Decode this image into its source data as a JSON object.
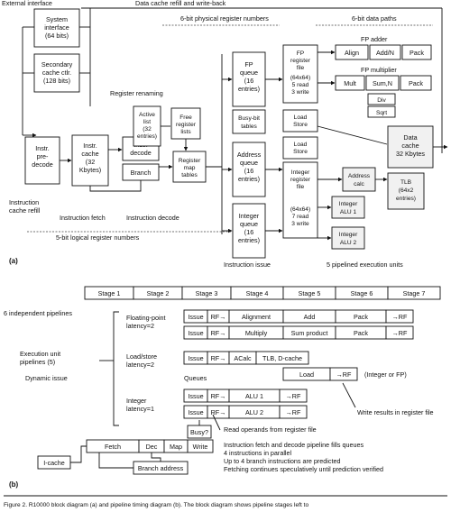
{
  "top": {
    "external_interface": "External interface",
    "data_cache_refill": "Data cache refill and write-back",
    "phys_reg_numbers": "6-bit physical register numbers",
    "data_paths": "6-bit data paths"
  },
  "blocks": {
    "sys_if": [
      "System",
      "interface",
      "(64 bits)"
    ],
    "sec_cache": [
      "Secondary",
      "cache ctlr.",
      "(128 bits)"
    ],
    "instr_predecode": [
      "Instr.",
      "pre-",
      "decode"
    ],
    "instr_cache": [
      "Instr.",
      "cache",
      "(32",
      "Kbytes)"
    ],
    "instr_decode": [
      "Instr.",
      "decode"
    ],
    "branch": "Branch",
    "active_list": [
      "Active",
      "list",
      "(32",
      "entries)"
    ],
    "free_reg": [
      "Free",
      "register",
      "lists"
    ],
    "reg_map": [
      "Register",
      "map",
      "tables"
    ],
    "fp_queue": [
      "FP",
      "queue",
      "(16",
      "entries)"
    ],
    "busy_bit": [
      "Busy-bit",
      "tables"
    ],
    "addr_queue": [
      "Address",
      "queue",
      "(16",
      "entries)"
    ],
    "int_queue": [
      "Integer",
      "queue",
      "(16",
      "entries)"
    ],
    "fp_regfile": [
      "FP",
      "register",
      "file",
      "(64x64)",
      "5 read",
      "3 write"
    ],
    "load_store_1": [
      "Load",
      "Store"
    ],
    "load_store_2": [
      "Load",
      "Store"
    ],
    "int_regfile": [
      "Integer",
      "register",
      "file",
      "(64x64)",
      "7 read",
      "3 write"
    ],
    "fp_adder": "FP adder",
    "align": "Align",
    "addn": "Add/N",
    "pack": "Pack",
    "fp_mult": "FP multiplier",
    "mult": "Mult",
    "sumn": "Sum,N",
    "pack2": "Pack",
    "div": "Div",
    "sqrt": "Sqrt",
    "data_cache": [
      "Data",
      "cache",
      "32 Kbytes"
    ],
    "addr_calc": [
      "Address",
      "calc"
    ],
    "tlb": [
      "TLB",
      "(64x2",
      "entries)"
    ],
    "alu1": [
      "Integer",
      "ALU 1"
    ],
    "alu2": [
      "Integer",
      "ALU 2"
    ]
  },
  "labels_a": {
    "reg_renaming": "Register renaming",
    "icache_refill": [
      "Instruction",
      "cache refill"
    ],
    "instr_fetch": "Instruction fetch",
    "instr_decode": "Instruction decode",
    "logical_regs": "5-bit logical register numbers",
    "instr_issue": "Instruction issue",
    "exec_units": "5 pipelined execution units",
    "tag": "(a)"
  },
  "stages": [
    "Stage 1",
    "Stage 2",
    "Stage 3",
    "Stage 4",
    "Stage 5",
    "Stage 6",
    "Stage 7"
  ],
  "labels_b": {
    "indep": "6 independent pipelines",
    "fp_lat": [
      "Floating-point",
      "latency=2"
    ],
    "ls_lat": [
      "Load/store",
      "latency=2"
    ],
    "exec_pipes": [
      "Execution unit",
      "pipelines (5)"
    ],
    "dyn_issue": "Dynamic issue",
    "int_lat": [
      "Integer",
      "latency=1"
    ],
    "queues": "Queues",
    "int_or_fp": "(Integer or FP)",
    "write_results": "Write results in register file",
    "read_operands": "Read operands from register file",
    "notes": [
      "Instruction fetch and decode pipeline fills queues",
      "4 instructions in parallel",
      "Up to 4 branch instructions are predicted",
      "Fetching continues speculatively until prediction verified"
    ],
    "tag": "(b)"
  },
  "pipes": {
    "issue": "Issue",
    "rf": "RF→",
    "alignment": "Alignment",
    "add": "Add",
    "pack": "Pack",
    "to_rf": "→RF",
    "multiply": "Multiply",
    "sum_product": "Sum product",
    "acalc": "ACalc",
    "tlb_dcache": "TLB, D-cache",
    "load": "Load",
    "alu1": "ALU 1",
    "alu2": "ALU 2"
  },
  "front": {
    "busy": "Busy?",
    "fetch": "Fetch",
    "dec": "Dec",
    "map": "Map",
    "write": "Write",
    "icache": "I-cache",
    "branch_addr": "Branch address"
  },
  "caption": "Figure 2. R10000 block diagram (a) and pipeline timing diagram (b). The block diagram shows pipeline stages left to"
}
